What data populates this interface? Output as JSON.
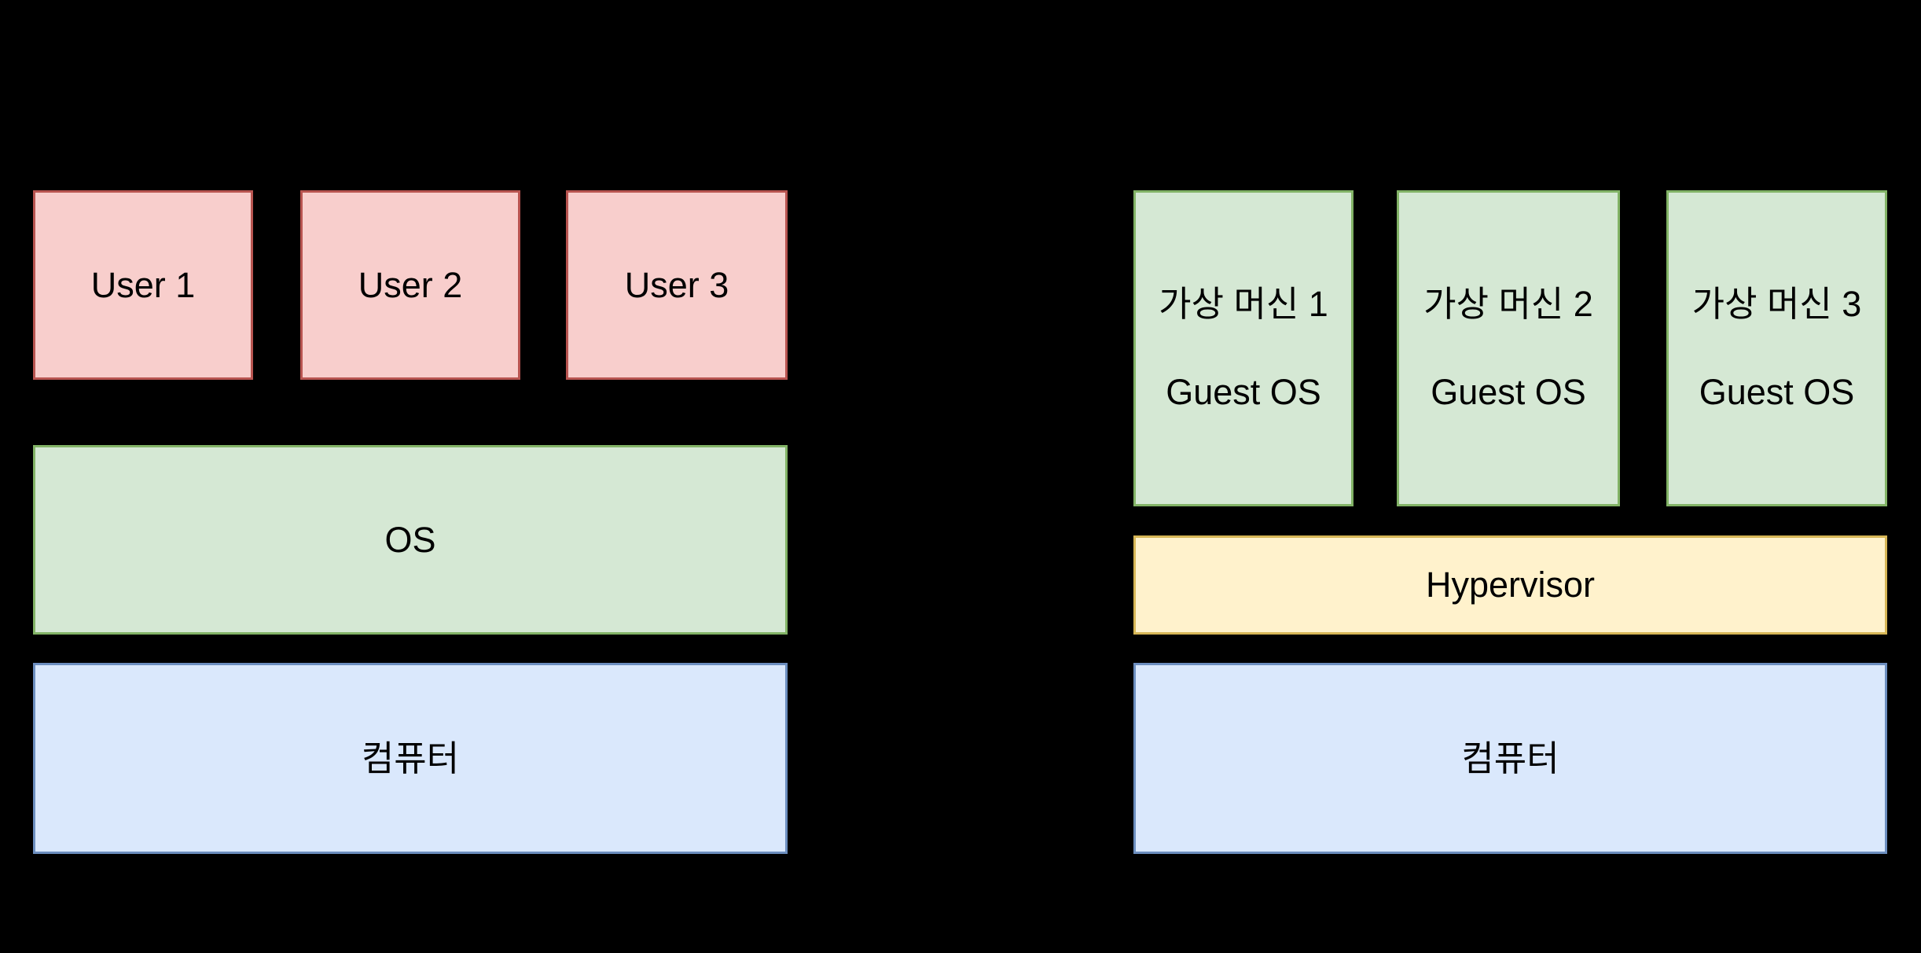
{
  "diagram": {
    "left_stack": {
      "users": [
        {
          "label": "User 1"
        },
        {
          "label": "User 2"
        },
        {
          "label": "User 3"
        }
      ],
      "os": {
        "label": "OS"
      },
      "computer": {
        "label": "컴퓨터"
      }
    },
    "right_stack": {
      "vms": [
        {
          "title": "가상 머신 1",
          "os": "Guest OS"
        },
        {
          "title": "가상 머신 2",
          "os": "Guest OS"
        },
        {
          "title": "가상 머신 3",
          "os": "Guest OS"
        }
      ],
      "hypervisor": {
        "label": "Hypervisor"
      },
      "computer": {
        "label": "컴퓨터"
      }
    },
    "colors": {
      "background": "#000000",
      "text": "#000000",
      "user_fill": "#F8CECC",
      "user_border": "#B85450",
      "green_fill": "#D5E8D4",
      "green_border": "#82B366",
      "hypervisor_fill": "#FFF2CC",
      "hypervisor_border": "#D6B656",
      "computer_fill": "#DAE8FC",
      "computer_border": "#6C8EBF"
    }
  }
}
